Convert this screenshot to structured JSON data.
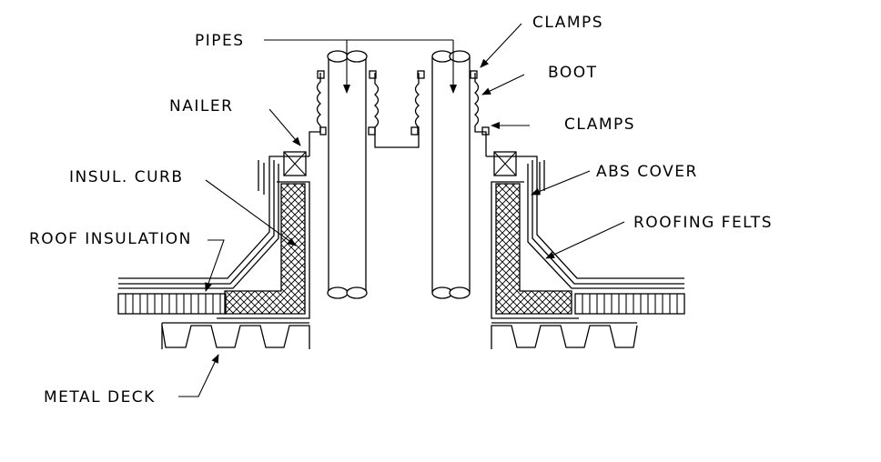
{
  "labels": {
    "pipes": "PIPES",
    "clamps_top": "CLAMPS",
    "boot": "BOOT",
    "clamps_lower": "CLAMPS",
    "nailer": "NAILER",
    "insul_curb": "INSUL. CURB",
    "abs_cover": "ABS COVER",
    "roofing_felts": "ROOFING FELTS",
    "roof_insulation": "ROOF INSULATION",
    "metal_deck": "METAL DECK"
  },
  "colors": {
    "line": "#000000",
    "background": "#ffffff"
  }
}
